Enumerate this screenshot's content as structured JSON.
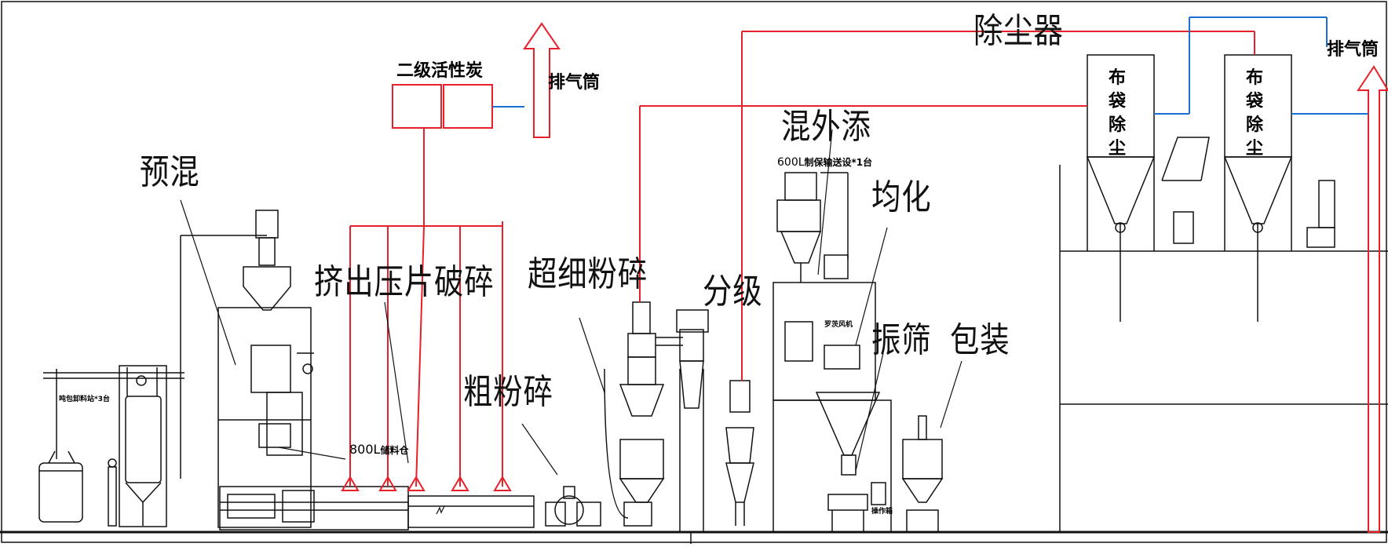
{
  "labels": {
    "premix": "预混",
    "extrude": "挤出压片破碎",
    "ultrafine": "超细粉碎",
    "coarse": "粗粉碎",
    "classify": "分级",
    "mix_additive": "混外添",
    "homogenize": "均化",
    "screen": "振筛",
    "packing": "包装",
    "dust_collector": "除尘器",
    "carbon": "二级活性炭",
    "stack_left": "排气筒",
    "stack_right": "排气筒",
    "bag_left": "布袋除尘",
    "bag_right": "布袋除尘",
    "tank_800": "800L",
    "tank_800_suffix": "储料仓",
    "tank_600": "600L",
    "tank_600_suffix": "制保输送设*1台",
    "ton_bag": "吨包卸料站*3台",
    "roots_fan": "罗茨风机",
    "control_box": "操作箱"
  },
  "colors": {
    "duct_red": "#e8202a",
    "duct_blue": "#1a6fd0",
    "line": "#111111",
    "carbon_fill": "#f4d4d4"
  }
}
